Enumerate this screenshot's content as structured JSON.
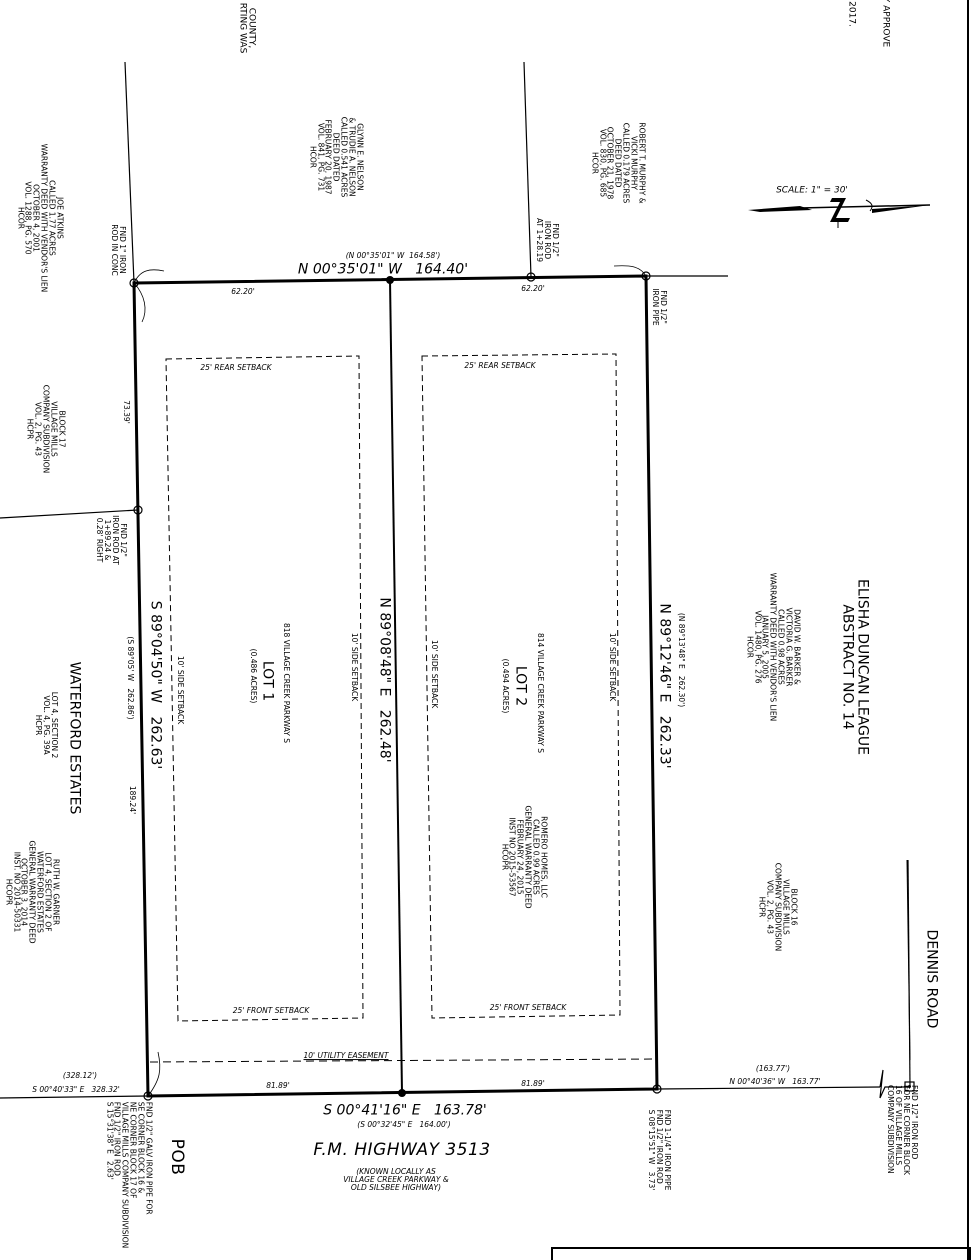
{
  "scale": "SCALE: 1\" = 30'",
  "top_fragments": {
    "county": "COUNTY,\nRTING WAS",
    "approve": "Y APPROVE",
    "year": "2017."
  },
  "adjoiners": {
    "joe_atkins": "JOE ATKINS\nCALLED 1.77 ACRES\nWARRANTY DEED WITH VENDOR'S LIEN\nOCTOBER 4, 2001\nVOL. 1288, PG. 570\nHCOR",
    "nelson": "GLYNN E. NELSON\n& TRUDIE A. NELSON\nCALLED 0.541 ACRES\nDEED DATED\nFEBRUARY 20, 1987\nVOL. 841, PG. 731\nHCOR",
    "murphy": "ROBERT T. MURPHY &\nVICKI MURPHY\nCALLED 0.179 ACRES\nDEED DATED\nOCTOBER 21, 1978\nVOL. 830, PG. 685\nHCOR",
    "block17": "BLOCK 17\nVILLAGE MILLS\nCOMPANY SUBDIVISION\nVOL. 2, PG. 43\nHCPR",
    "waterford": "WATERFORD ESTATES",
    "waterford_sub": "LOT 4, SECTION 2\nVOL. 4, PG. 39A\nHCPR",
    "garner": "RUTH W. GARNER\nLOT 4, SECTION 2 OF\nWATERFORD ESTATES\nGENERAL WARRANTY DEED\nOCTOBER 3, 2014\nINST. NO 2014-50331\nHCOPR",
    "league": "ELISHA DUNCAN LEAGUE\nABSTRACT NO. 14",
    "barker": "DAVID W. BARKER &\nVICTORIA G. BARKER\nCALLED 0.98 ACRES\nWARRANTY DEED WITH VENDOR'S LIEN\nJANUARY 5, 2005\nVOL. 1480, PG. 276\nHCOR",
    "block16": "BLOCK 16\nVILLAGE MILLS\nCOMPANY SUBDIVISION\nVOL. 2, PG. 43\nHCPR",
    "romero": "ROMERO HOMES, LLC\nCALLED 0.99 ACRES\nGENERAL WARRANTY DEED\nFEBRUARY 24, 2015\nINST NO 2015-53567\nHCOPR"
  },
  "lots": [
    {
      "address": "818 VILLAGE CREEK PARKWAY S",
      "name": "LOT 1",
      "acres": "(0.486 ACRES)"
    },
    {
      "address": "814 VILLAGE CREEK PARKWAY S",
      "name": "LOT 2",
      "acres": "(0.494 ACRES)"
    }
  ],
  "setbacks": {
    "rear": "25' REAR SETBACK",
    "front": "25' FRONT SETBACK",
    "side": "10' SIDE SETBACK",
    "utility": "10' UTILITY EASEMENT"
  },
  "calls": {
    "north_record": "(N 00°35'01\" W  164.58')",
    "north": "N 00°35'01\" W   164.40'",
    "north_seg1": "62.20'",
    "north_seg2": "62.20'",
    "west": "S 89°04'50\" W   262.63'",
    "west_record": "(S 89°05' W   262.86')",
    "west_seg1": "73.39'",
    "west_seg2": "189.24'",
    "middle": "N 89°08'48\" E   262.48'",
    "east": "N 89°12'46\" E   262.33'",
    "east_record": "(N 89°13'48\" E   262.30')",
    "south": "S 00°41'16\" E   163.78'",
    "south_record": "(S 00°32'45\" E   164.00')",
    "south_seg1": "81.89'",
    "south_seg2": "81.89'",
    "sw_record": "(328.12')",
    "sw": "S 00°40'33\" E   328.32'",
    "se_record": "(163.77')",
    "se": "N 00°40'36\" W   163.77'"
  },
  "monuments": {
    "nw": "FND 1\" IRON\nROD IN CONC",
    "n_mid": "FND 1/2\"\nIRON ROD\nAT 1+28.19",
    "ne": "FND 1/2\"\nIRON PIPE",
    "w_mid": "FND 1/2\"\nIRON ROD AT\n1+89.24 &\n0.28' RIGHT",
    "pob_title": "POB",
    "pob": "FND 1/2\" GALV IRON PIPE FOR\nSE CORNER BLOCK 16 &\nNE CORNER BLOCK 17 OF\nVILLAGE MILLS COMPANY SUBDIVISION\nFND 1/2\" IRON ROD\nS 15°31'38\" E   2.63'",
    "se": "FND 1-1/4\" IRON PIPE\nFND 1/2\" IRON ROD\nS 08°15'51\" W   3.73'",
    "far_se": "FND 1/2\" IRON ROD\nFOR NE CORNER BLOCK\n16 OF VILLAGE MILLS\nCOMPANY SUBDIVISION"
  },
  "roads": {
    "highway": "F.M. HIGHWAY 3513",
    "highway_note": "(KNOWN LOCALLY AS\nVILLAGE CREEK PARKWAY &\nOLD SILSBEE HIGHWAY)",
    "dennis": "DENNIS ROAD"
  }
}
